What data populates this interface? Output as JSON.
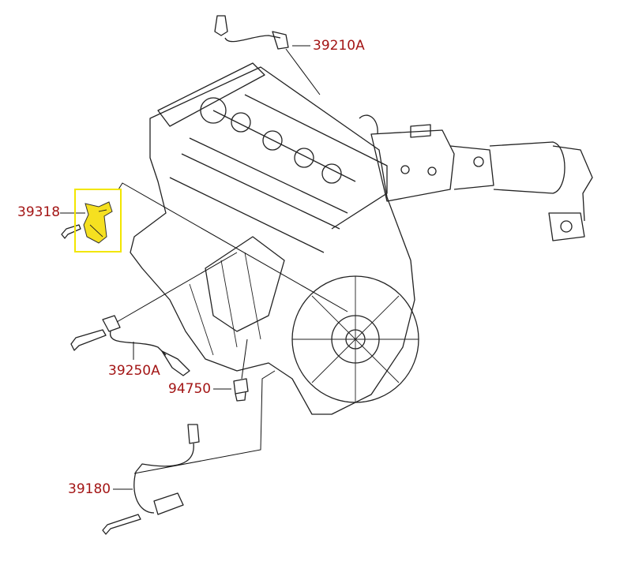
{
  "callouts": [
    {
      "id": "39210A",
      "label": "39210A"
    },
    {
      "id": "39318",
      "label": "39318"
    },
    {
      "id": "39250A",
      "label": "39250A"
    },
    {
      "id": "94750",
      "label": "94750"
    },
    {
      "id": "39180",
      "label": "39180"
    }
  ],
  "colors": {
    "label": "#a31515",
    "highlight": "#f2e600",
    "highlight_fill": "#f5e020"
  },
  "highlighted_part": "39318"
}
